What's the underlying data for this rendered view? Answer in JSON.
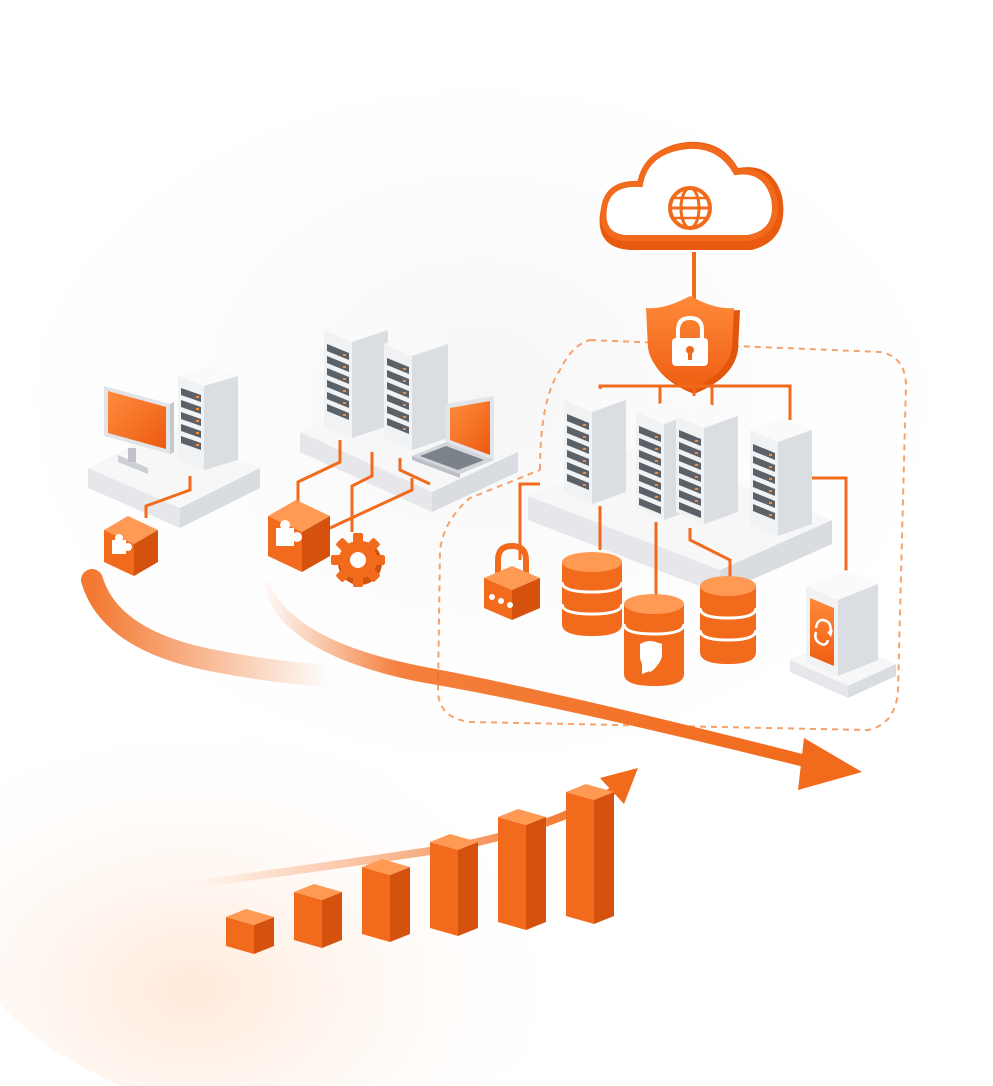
{
  "illustration": {
    "topic": "cloud-migration",
    "accent_color": "#F26A1B",
    "accent_dark": "#D4520E",
    "accent_light": "#FF9A55",
    "device_body": "#F3F4F6",
    "device_side": "#D9DCE1",
    "slot_color": "#5B6168",
    "indicator_color": "#FF8A2A",
    "platform_top": "#F7F7F8",
    "platform_side": "#E3E4E7",
    "background_glow": "#FFE6D4"
  },
  "icons": {
    "cloud": "globe-icon",
    "shield": "padlock-icon",
    "left_block": "puzzle-icon",
    "middle_block": "puzzle-icon",
    "gear": "gear-icon",
    "lock_box": "password-lock-icon",
    "secure_database": "shield-icon",
    "backup_server": "refresh-icon"
  },
  "bar_levels": [
    1,
    2,
    3,
    4,
    5,
    6
  ]
}
